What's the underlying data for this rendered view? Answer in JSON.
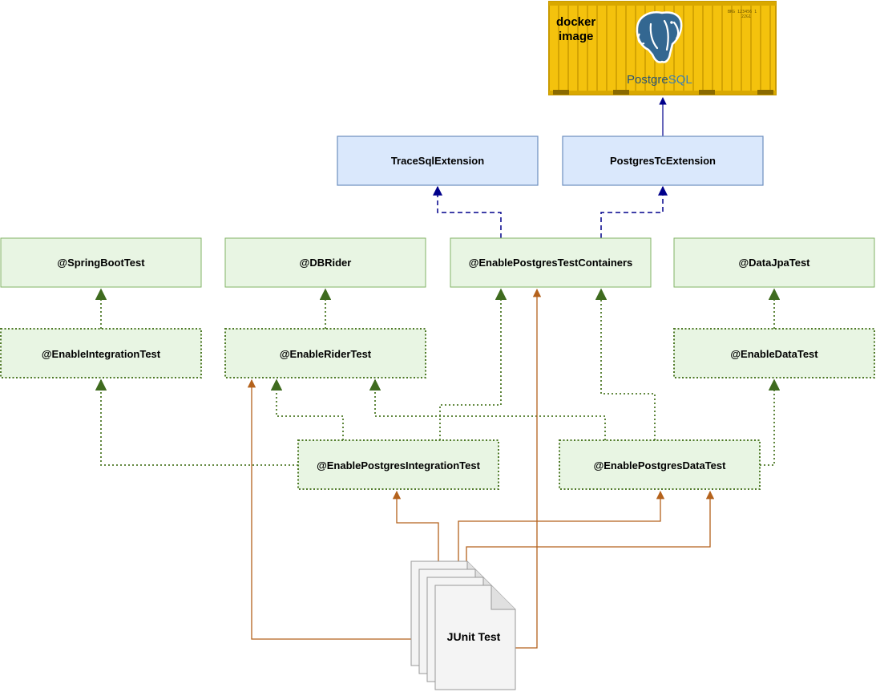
{
  "colors": {
    "blue_fill": "#dae8fc",
    "blue_stroke": "#6c8ebf",
    "green_fill": "#e8f5e3",
    "green_stroke": "#82b366",
    "dotted_stroke": "#4f7a28",
    "brown": "#b4621c",
    "navy": "#00008b",
    "container_yellow": "#f4c20d"
  },
  "docker": {
    "line1": "docker",
    "line2": "image",
    "stamp1": "BKG 123456 1",
    "stamp2": "22G1",
    "pg_label_pre": "Postgre",
    "pg_label_suf": "SQL",
    "icon": "postgresql-elephant-icon"
  },
  "nodes": {
    "trace_sql_extension": "TraceSqlExtension",
    "postgres_tc_extension": "PostgresTcExtension",
    "spring_boot_test": "@SpringBootTest",
    "db_rider": "@DBRider",
    "enable_postgres_test_containers": "@EnablePostgresTestContainers",
    "data_jpa_test": "@DataJpaTest",
    "enable_integration_test": "@EnableIntegrationTest",
    "enable_rider_test": "@EnableRiderTest",
    "enable_data_test": "@EnableDataTest",
    "enable_postgres_integration_test": "@EnablePostgresIntegrationTest",
    "enable_postgres_data_test": "@EnablePostgresDataTest",
    "junit_test": "JUnit Test"
  }
}
